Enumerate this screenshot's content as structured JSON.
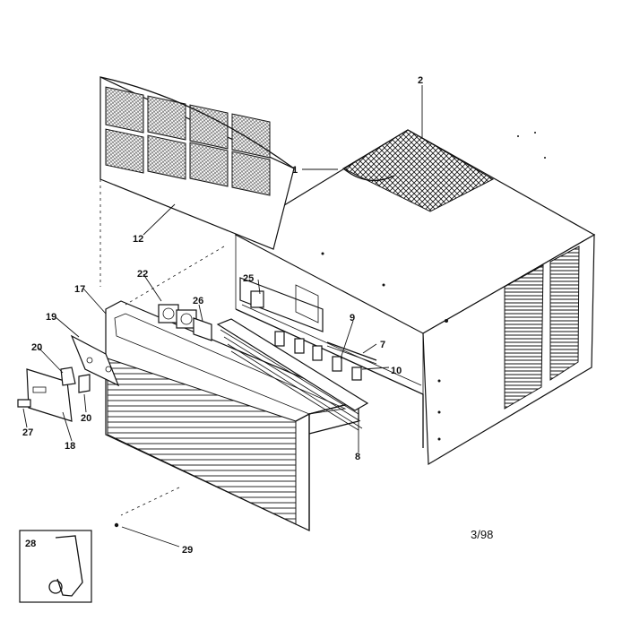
{
  "labels": {
    "l1": "1",
    "l2": "2",
    "l7": "7",
    "l8": "8",
    "l9": "9",
    "l10": "10",
    "l12": "12",
    "l17": "17",
    "l18": "18",
    "l19": "19",
    "l20a": "20",
    "l20b": "20",
    "l22": "22",
    "l25": "25",
    "l26": "26",
    "l27": "27",
    "l28": "28",
    "l29": "29"
  },
  "date_code": "3/98"
}
